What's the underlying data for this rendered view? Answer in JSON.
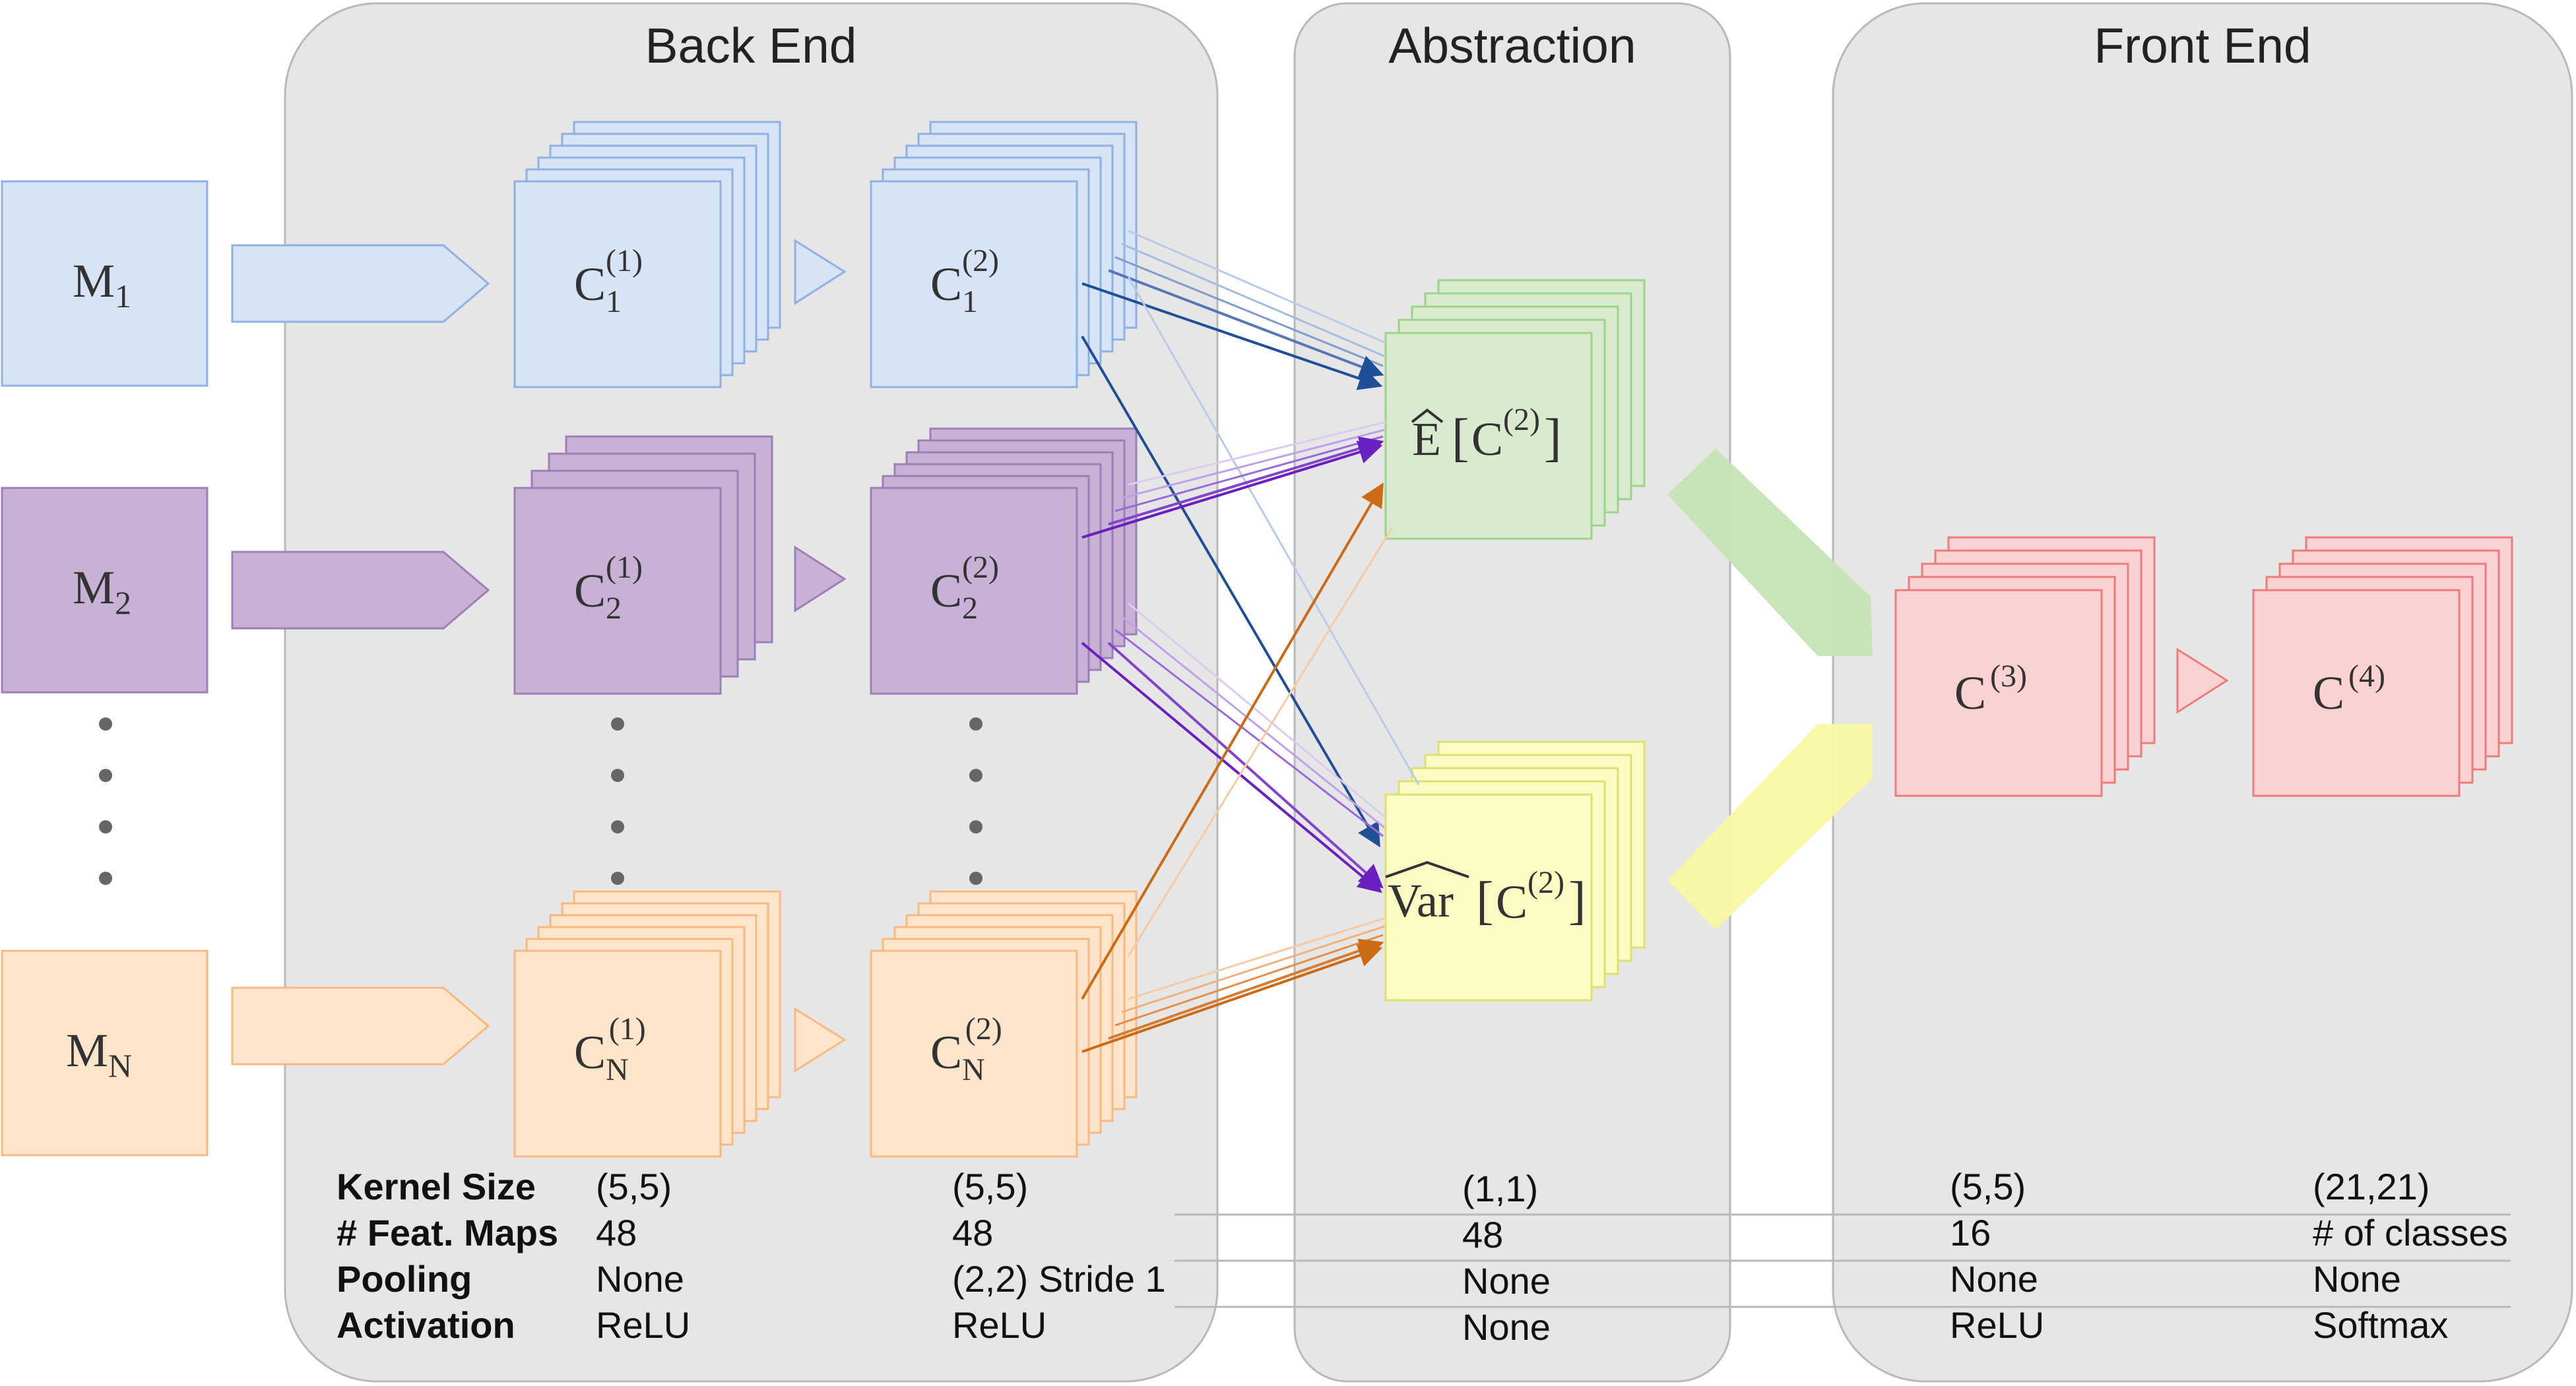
{
  "panels": {
    "back_end": "Back End",
    "abstraction": "Abstraction",
    "front_end": "Front End"
  },
  "inputs": [
    {
      "base": "M",
      "sub": "1",
      "row": "blue"
    },
    {
      "base": "M",
      "sub": "2",
      "row": "purple"
    },
    {
      "base": "M",
      "sub": "N",
      "row": "orange"
    }
  ],
  "layer1": [
    {
      "base": "C",
      "sub": "1",
      "sup": "(1)"
    },
    {
      "base": "C",
      "sub": "2",
      "sup": "(1)"
    },
    {
      "base": "C",
      "sub": "N",
      "sup": "(1)"
    }
  ],
  "layer2": [
    {
      "base": "C",
      "sub": "1",
      "sup": "(2)"
    },
    {
      "base": "C",
      "sub": "2",
      "sup": "(2)"
    },
    {
      "base": "C",
      "sub": "N",
      "sup": "(2)"
    }
  ],
  "abstraction_nodes": {
    "mean": {
      "op": "E",
      "arg": "C",
      "sup": "(2)"
    },
    "variance": {
      "op": "Var",
      "arg": "C",
      "sup": "(2)"
    }
  },
  "front_nodes": [
    {
      "base": "C",
      "sup": "(3)"
    },
    {
      "base": "C",
      "sup": "(4)"
    }
  ],
  "colors": {
    "blue_fill": "#d6e4f6",
    "blue_stroke": "#8fb0e0",
    "purple_fill": "#c7b2d6",
    "purple_stroke": "#9c7fb7",
    "orange_fill": "#fde5cc",
    "orange_stroke": "#f8b980",
    "green_fill": "#d9ebcf",
    "green_stroke": "#9dd38a",
    "yellow_fill": "#fbfcc4",
    "yellow_stroke": "#e0e070",
    "red_fill": "#fbd2d2",
    "red_stroke": "#ee7b7b",
    "panel_fill": "#e6e6e6",
    "panel_stroke": "#b9b9b9",
    "arrow_blue": "#1f4f96",
    "arrow_purple": "#6a1fc0",
    "arrow_orange": "#cc6a16"
  },
  "table": {
    "row_headers": [
      "Kernel Size",
      "# Feat. Maps",
      "Pooling",
      "Activation"
    ],
    "columns": [
      {
        "id": "conv1",
        "values": [
          "(5,5)",
          "48",
          "None",
          "ReLU"
        ]
      },
      {
        "id": "conv2",
        "values": [
          "(5,5)",
          "48",
          "(2,2) Stride 1",
          "ReLU"
        ]
      },
      {
        "id": "abstraction",
        "values": [
          "(1,1)",
          "48",
          "None",
          "None"
        ]
      },
      {
        "id": "conv3",
        "values": [
          "(5,5)",
          "16",
          "None",
          "ReLU"
        ]
      },
      {
        "id": "conv4",
        "values": [
          "(21,21)",
          "# of classes",
          "None",
          "Softmax"
        ]
      }
    ]
  }
}
